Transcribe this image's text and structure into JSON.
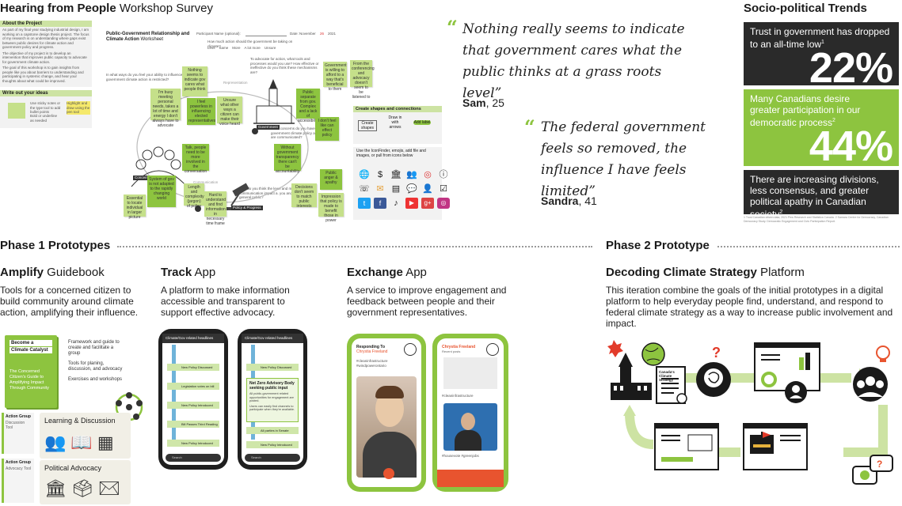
{
  "header": {
    "title_bold": "Hearing from People",
    "title_rest": " Workshop Survey"
  },
  "worksheet": {
    "about_title": "About the Project",
    "about_text": "As part of my final year studying industrial design, I am working on a capstone design thesis project. The focus of my research is on understanding where gaps exist between public desires for climate action and government policy and progress.",
    "about_text2": "The objective of my project is to develop an intervention that improves public capacity to advocate for government climate action.",
    "about_text3": "The goal of this workshop is to gain insights from people like you about barriers to understanding and participating in systemic change, and hear your thoughts about what could be improved.",
    "write_title": "Write out your ideas",
    "write_tip1": "Use sticky notes or the type tool to add bullet points",
    "write_tip2": "Bold or underline as needed",
    "write_tip3": "Highlight and draw using the pen tool",
    "sheet_title": "Public-Government Relationship and Climate Action",
    "sheet_sub": "Worksheet",
    "participant_label": "Participant Name (optional):",
    "date_label": "Date:",
    "date_month": "November",
    "date_day": "26",
    "date_year": "2021",
    "q1": "In what ways do you feel your ability to influence government climate action is restricted?",
    "q2": "How much action should the government be taking on climate?",
    "q2_options": [
      "Less",
      "Same",
      "More",
      "A lot more",
      "Unsure"
    ],
    "q3": "To advocate for action, what tools and processes would you use? How effective or ineffective do you think these mechanisms are?",
    "q4": "What concerns do you have about how government climate policy and progress are communicated?",
    "q5": "How do you think the level and methods of communication impact a. you and b. the general public?",
    "label_government": "Government",
    "label_public": "Concerned Public",
    "label_policy": "Policy & Progress",
    "label_representation": "Representation",
    "label_communication": "Communication",
    "stickies": [
      "Nothing seems to indicate gov cares what people think",
      "I feel powerless in influencing elected representatives",
      "Unsure what other ways a citizen can make their voice heard",
      "I'm busy meeting personal needs, takes a lot of time and energy I don't always have to advocate",
      "Talk, people need to be more involved in the conversation",
      "System of gov is not adapted to the rapidly changing world",
      "Essential to locate individual in larger picture",
      "Length and complexity (jargon) of policy",
      "Hard to understand and find information in necessary time frame",
      "Public separate from gov. Complex and a lack of accessibility",
      "I don't feel like can effect policy",
      "Without government transparency there can't be accountability",
      "Public anger & apathy",
      "Decisions don't seem to match public interests",
      "Impression that policy is made to benefit those in power",
      "Government is willing to afford to a way that's beneficial to them",
      "From the conferencing and advocacy doesn't seem to be listened to"
    ],
    "shapes_title": "Create shapes and connections",
    "shape_labels": [
      "Create shapes",
      "Draw in with arrows",
      "Add label"
    ],
    "icon_hint": "Use the IconFinder, emojis, add file and images, or pull from icons below"
  },
  "quotes": [
    {
      "text": "Nothing really seems to indicate that government cares what the public thinks at a grass roots level”",
      "name": "Sam",
      "age": ", 25"
    },
    {
      "text": "The federal government feels so removed, the influence I have feels limited”",
      "name": "Sandra",
      "age": ", 41"
    }
  ],
  "quote_mark": "“",
  "trends": {
    "title": "Socio-political Trends",
    "items": [
      {
        "text": "Trust in government has dropped to an all-time low",
        "sup": "1",
        "value": "22%",
        "color": "#2a2a2a"
      },
      {
        "text": "Many Canadians desire greater participation in our democratic process",
        "sup": "2",
        "value": "44%",
        "color": "#8dc43f"
      },
      {
        "text": "There are increasing divisions, less consensus, and greater political apathy in Canadian society",
        "sup": "2",
        "value": "",
        "color": "#2a2a2a"
      }
    ],
    "footnote": "1 Trust Canadian citizen data, 2021 Pew Research and Statistics Canada. 2 Samara Centre for Democracy, Canadian Democracy Study. Democratic Engagement and Civic Participation Report."
  },
  "phase1": {
    "title": "Phase 1 Prototypes",
    "prototypes": [
      {
        "name": "Amplify",
        "suffix": " Guidebook",
        "desc": "Tools for a concerned citizen to build community around climate action, amplifying their influence."
      },
      {
        "name": "Track",
        "suffix": " App",
        "desc": "A platform to make information accessible and transparent to support effective advocacy."
      },
      {
        "name": "Exchange",
        "suffix": " App",
        "desc": "A service to improve engagement and feedback between people and their government representatives."
      }
    ],
    "guidebook": {
      "cover_line1": "Become a",
      "cover_line2": "Climate Catalyst",
      "cover_sub": "The Concerned Citizen's Guide to Amplifying Impact Through Community",
      "bullets": [
        "Framework and guide to create and facilitate a group",
        "Tools for planing, discussion, and advocacy",
        "Exercises and workshops"
      ],
      "card1_label": "Learning & Discussion",
      "card2_label": "Political Advocacy",
      "mini1_title": "Action Group",
      "mini1_sub": "Discussion Tool",
      "mini2_title": "Action Group",
      "mini2_sub": "Advocacy Tool"
    },
    "track_app": {
      "header": "Climate/Gov related headlines",
      "rows": [
        "New Policy Discussed",
        "Legislation votes on bill",
        "New Policy Introduced",
        "Bill Passes Third Reading",
        "All parties in Senate",
        "New Policy Introduced"
      ],
      "card_title": "Net Zero Advisory Body seeking public input",
      "card_body": "All public-government related opportunities for engagement are posted.",
      "card_body2": "Users can easily find channels to participate when they're available.",
      "search": "Search"
    },
    "exchange_app": {
      "responding_label": "Responding To",
      "responding_name": "Chrystia Freeland",
      "tags1": "#cleaninfrastructure #windpowerontario",
      "screen2_name": "Chrystia Freeland",
      "screen2_sub": "Recent posts",
      "tags2": "#cleaninfrastructure",
      "tags3": "#housevote #greenjobs"
    }
  },
  "phase2": {
    "title": "Phase 2 Prototype",
    "name": "Decoding Climate Strategy",
    "suffix": " Platform",
    "desc": "This iteration combine the goals of the initial prototypes in a digital platform to help everyday people find, understand, and respond to federal climate strategy as a way to increase public involvement and impact.",
    "doc_title": "Canada's Climate Strategy",
    "accent": "#8dc43f",
    "alert": "#e23b2a"
  },
  "colors": {
    "green": "#8dc43f",
    "light_green": "#cde3a3",
    "dark": "#2a2a2a",
    "orange": "#e8542f"
  }
}
